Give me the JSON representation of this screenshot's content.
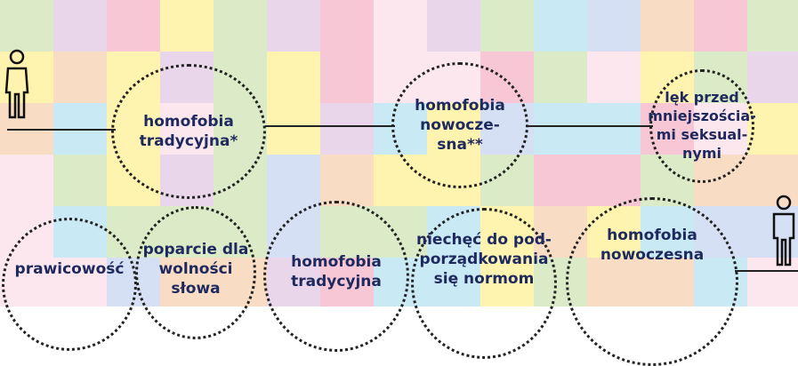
{
  "colors": {
    "label": "#1e2a5e",
    "line": "#222222",
    "palette": [
      "#f7c7d6",
      "#fff3b0",
      "#c9e9f5",
      "#dcebc7",
      "#e9d6ea",
      "#f9dcc4",
      "#d6e0f5",
      "#fde7ef"
    ]
  },
  "diagram": {
    "icons": [
      "person-icon-left",
      "person-icon-right"
    ],
    "top_row": [
      {
        "label": "homofobia\ntradycyjna*"
      },
      {
        "label": "homofobia\nnowocze-\nsna**"
      },
      {
        "label": "lęk przed\nmniejszościa-\nmi seksual-\nnymi"
      }
    ],
    "bottom_row": [
      {
        "label": "prawicowość"
      },
      {
        "label": "poparcie dla\nwolności\nsłowa"
      },
      {
        "label": "homofobia\ntradycyjna"
      },
      {
        "label": "niechęć do pod-\nporządkowania\nsię normom"
      },
      {
        "label": "homofobia\nnowoczesna"
      }
    ]
  }
}
